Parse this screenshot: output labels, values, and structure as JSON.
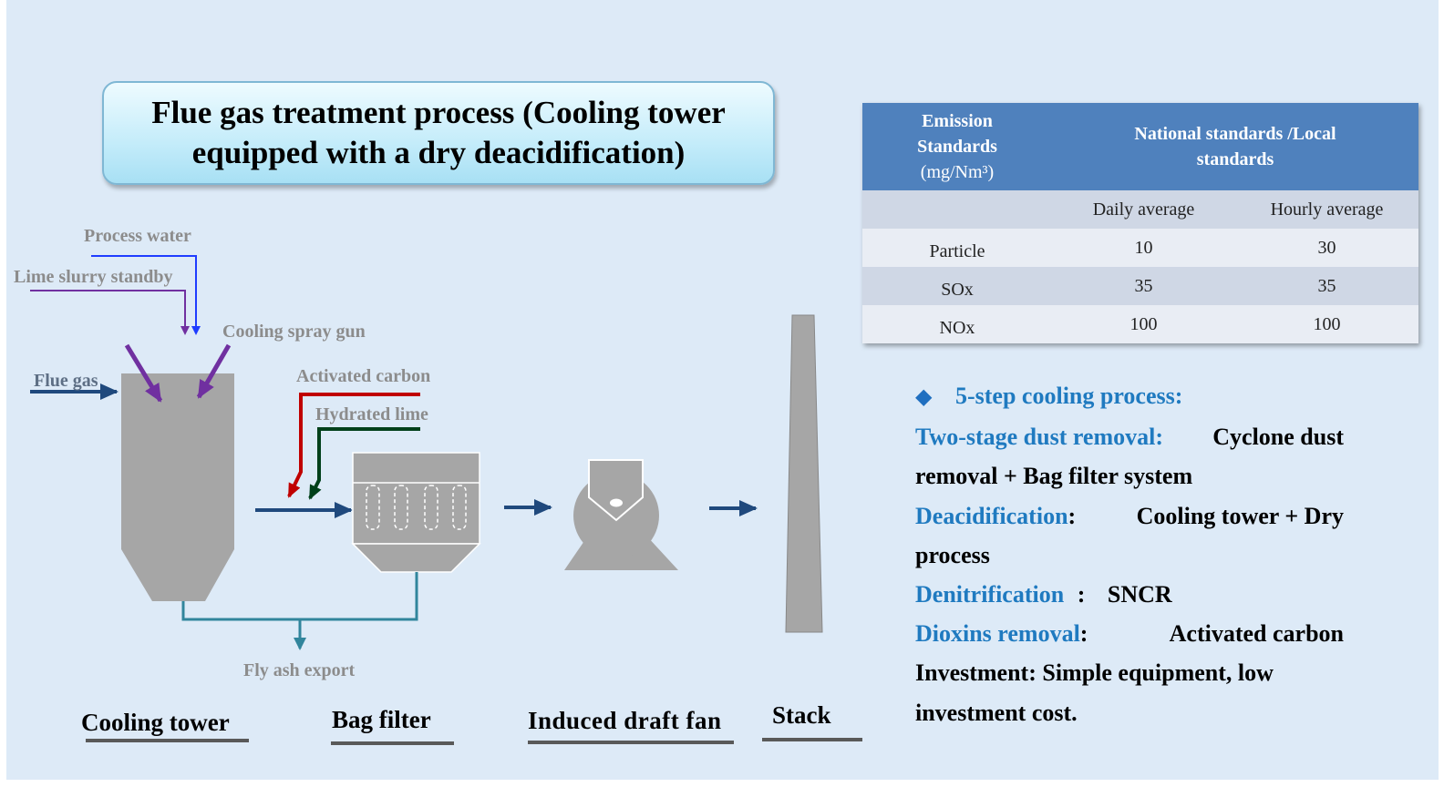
{
  "title": "Flue gas treatment process (Cooling tower equipped with a dry deacidification)",
  "labels": {
    "process_water": "Process water",
    "lime_slurry": "Lime slurry standby",
    "cooling_spray_gun": "Cooling spray gun",
    "flue_gas": "Flue gas",
    "activated_carbon": "Activated carbon",
    "hydrated_lime": "Hydrated lime",
    "fly_ash": "Fly ash export"
  },
  "equipment": {
    "cooling_tower": "Cooling tower",
    "bag_filter": "Bag filter",
    "fan": "Induced draft fan",
    "stack": "Stack"
  },
  "table": {
    "header_left_1": "Emission",
    "header_left_2": "Standards",
    "header_left_3": "(mg/Nm³)",
    "header_right": "National standards /Local standards",
    "sub_daily": "Daily average",
    "sub_hourly": "Hourly average",
    "rows": [
      {
        "name": "Particle",
        "daily": "10",
        "hourly": "30"
      },
      {
        "name": "SOx",
        "daily": "35",
        "hourly": "35"
      },
      {
        "name": "NOx",
        "daily": "100",
        "hourly": "100"
      }
    ]
  },
  "info": {
    "heading": "5-step cooling process:",
    "dust_label": "Two-stage dust removal:",
    "dust_value_1": "Cyclone dust",
    "dust_value_2": "removal + Bag filter system",
    "deacid_label": "Deacidification",
    "deacid_sep": ":",
    "deacid_value_1": "Cooling tower + Dry",
    "deacid_value_2": "process",
    "denitr_label": "Denitrification",
    "denitr_sep": ":",
    "denitr_value": "SNCR",
    "dioxin_label": "Dioxins removal",
    "dioxin_sep": ":",
    "dioxin_value": "Activated carbon",
    "invest_1": "Investment: Simple equipment, low",
    "invest_2": "investment cost."
  },
  "colors": {
    "slide_bg": "#ddeaf7",
    "table_header": "#4f81bd",
    "highlight_text": "#1f7ac0",
    "equipment_gray": "#a6a6a6",
    "flow_arrow": "#1f497d",
    "purple_arrow": "#7030a0",
    "red_line": "#c00000",
    "green_line": "#00401a",
    "ash_line": "#31859c"
  }
}
